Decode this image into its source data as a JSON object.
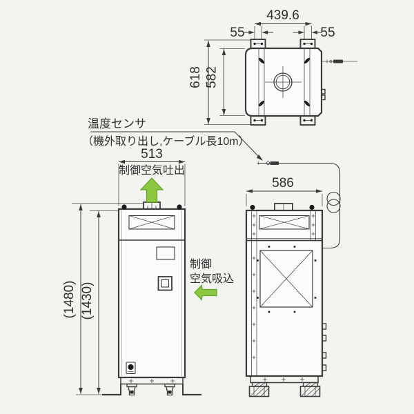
{
  "colors": {
    "background": "#f3f3f0",
    "line": "#3a3a3a",
    "arrow_green": "#8dc63f",
    "arrow_green_border": "#61a32c"
  },
  "callout": {
    "line1": "温度センサ",
    "line2": "（機外取り出し,ケーブル長10m）"
  },
  "top_view": {
    "dim_width": "439.6",
    "dim_left": "55",
    "dim_right": "55",
    "dim_depth_outer": "618",
    "dim_depth_inner": "582"
  },
  "front_view": {
    "dim_width": "513",
    "label_outlet": "制御空気吐出",
    "dim_height_outer": "(1480)",
    "dim_height_inner": "(1430)",
    "label_inlet_line1": "制御",
    "label_inlet_line2": "空気吸込"
  },
  "side_view": {
    "dim_width": "586"
  }
}
